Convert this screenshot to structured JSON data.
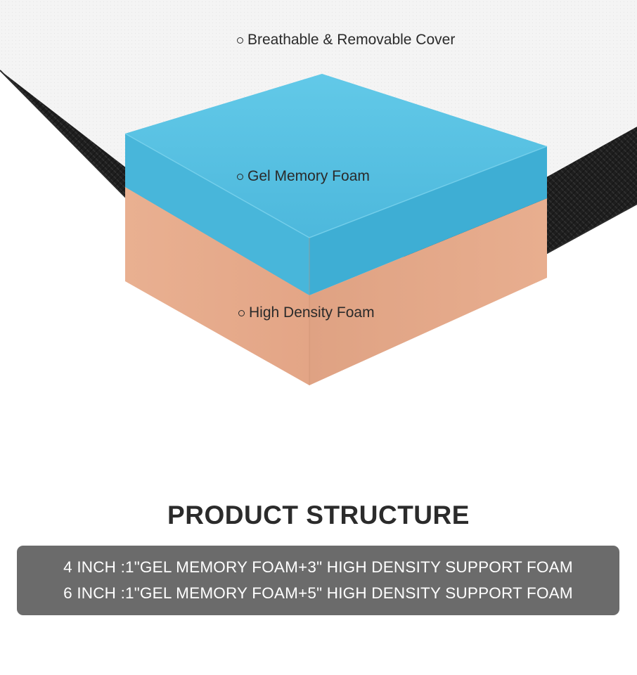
{
  "layers": [
    {
      "label": "Breathable & Removable Cover"
    },
    {
      "label": "Gel Memory Foam"
    },
    {
      "label": "High Density Foam"
    }
  ],
  "section_title": "PRODUCT STRUCTURE",
  "specs": [
    "4 INCH :1\"GEL MEMORY FOAM+3\" HIGH DENSITY SUPPORT FOAM",
    "6 INCH :1\"GEL MEMORY FOAM+5\" HIGH DENSITY SUPPORT FOAM"
  ],
  "colors": {
    "cover_white": "#f3f3f3",
    "cover_side_black": "#1c1c1c",
    "gel_foam_blue": "#56bfe0",
    "high_density_foam_peach": "#e5a98a",
    "spec_box_gray": "#6b6b6b",
    "title_text": "#2b2b2b"
  }
}
